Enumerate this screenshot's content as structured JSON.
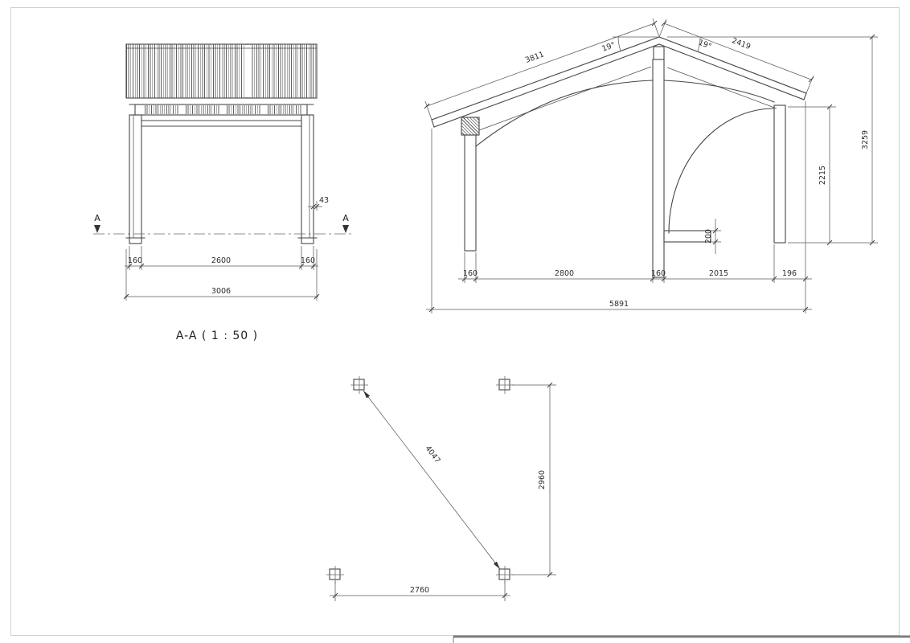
{
  "meta": {
    "sheet_background": "#ffffff",
    "line_color": "#474747",
    "dim_text_color": "#2e2e2e"
  },
  "section_title": "A-A ( 1 : 50 )",
  "front_view": {
    "section_marker": "A",
    "dims": {
      "overhang": "43",
      "post_left": "160",
      "clear_span": "2600",
      "post_right": "160",
      "overall": "3006"
    }
  },
  "side_view": {
    "dims": {
      "left_slope": "3811",
      "right_slope": "2419",
      "left_angle": "19°",
      "right_angle": "19°",
      "ridge_height": "3259",
      "post_height": "2215",
      "curb_height": "200",
      "post_left": "160",
      "bay_left": "2800",
      "post_mid": "160",
      "bay_right": "2015",
      "edge_right": "196",
      "overall": "5891"
    }
  },
  "plan_view": {
    "dims": {
      "diagonal": "4047",
      "depth": "2960",
      "width": "2760"
    }
  }
}
